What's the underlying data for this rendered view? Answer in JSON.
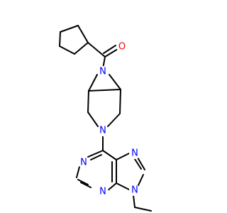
{
  "molecule": {
    "atoms": {
      "o1": {
        "symbol": "O",
        "color": "#ff0000"
      },
      "n_pyr1": {
        "symbol": "N",
        "color": "#0000ff"
      },
      "n_pyr2": {
        "symbol": "N",
        "color": "#0000ff"
      },
      "n_purine1": {
        "symbol": "N",
        "color": "#0000ff"
      },
      "n_purine3": {
        "symbol": "N",
        "color": "#0000ff"
      },
      "n_purine7": {
        "symbol": "N",
        "color": "#0000ff"
      },
      "n_purine9": {
        "symbol": "N",
        "color": "#0000ff"
      }
    }
  }
}
